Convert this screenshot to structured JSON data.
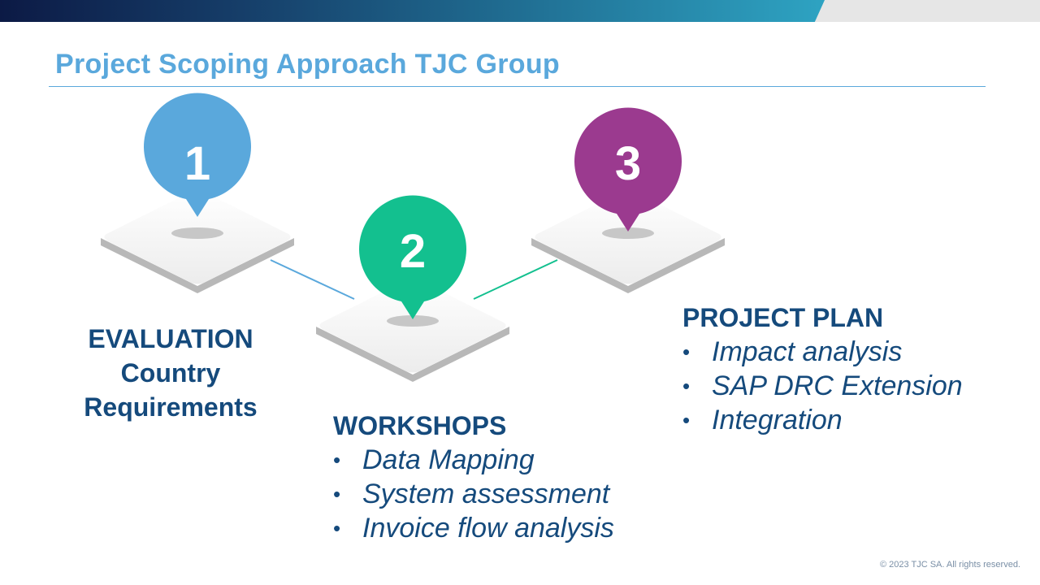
{
  "slide": {
    "title": "Project Scoping Approach TJC Group"
  },
  "steps": [
    {
      "number": "1",
      "color": "#5aa8dc"
    },
    {
      "number": "2",
      "color": "#13c08f"
    },
    {
      "number": "3",
      "color": "#9b3a8f"
    }
  ],
  "evaluation": {
    "lines": [
      "EVALUATION",
      "Country",
      "Requirements"
    ]
  },
  "workshops": {
    "heading": "WORKSHOPS",
    "items": [
      "Data Mapping",
      "System assessment",
      "Invoice flow analysis"
    ]
  },
  "project_plan": {
    "heading": "PROJECT PLAN",
    "items": [
      "Impact analysis",
      "SAP DRC Extension",
      "Integration"
    ]
  },
  "footer": {
    "copyright": "© 2023 TJC SA. All rights reserved."
  },
  "colors": {
    "title": "#5aa8dc",
    "text": "#154a7c",
    "connector_1_2": "#5aa8dc",
    "connector_2_3": "#13c08f"
  }
}
